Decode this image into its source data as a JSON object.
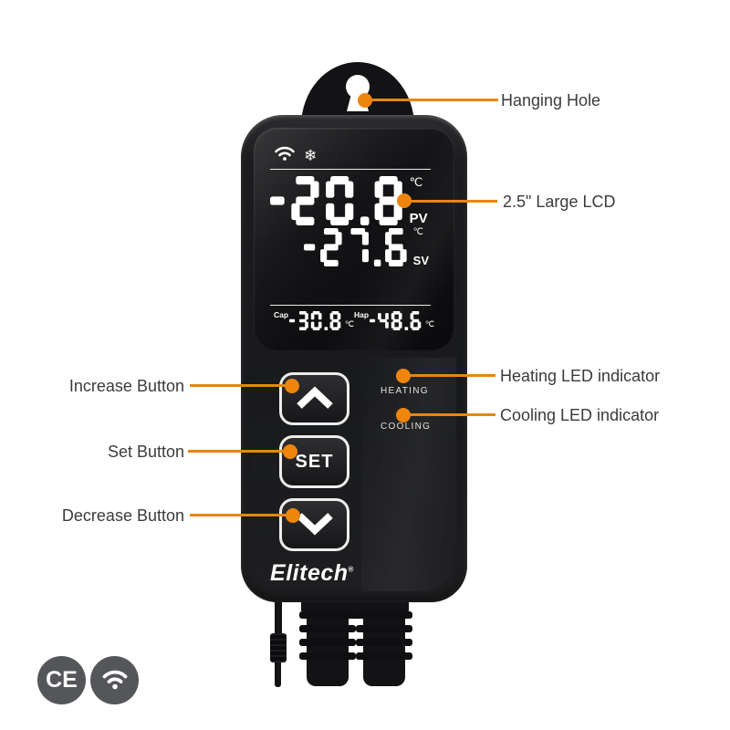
{
  "colors": {
    "accent_orange": "#E8860E",
    "label_text": "#3B3B3B",
    "device_black": "#1A1A1C",
    "badge_gray": "#55565A",
    "lcd_segment_white": "#FFFFFF"
  },
  "device": {
    "lcd": {
      "status_icons": [
        {
          "name": "wifi"
        },
        {
          "name": "snowflake",
          "glyph": "❄"
        }
      ],
      "pv": {
        "value": "-20.8",
        "unit": "℃",
        "label": "PV"
      },
      "sv": {
        "value": "-27.6",
        "unit": "℃",
        "label": "SV"
      },
      "aux": [
        {
          "tag": "Cap",
          "value": "-30.8",
          "unit": "℃"
        },
        {
          "tag": "Hap",
          "value": "-48.6",
          "unit": "℃"
        }
      ]
    },
    "buttons": [
      {
        "name": "increase",
        "glyph": "up-arrow"
      },
      {
        "name": "set",
        "label": "SET"
      },
      {
        "name": "decrease",
        "glyph": "down-arrow"
      }
    ],
    "indicators": [
      {
        "label": "HEATING"
      },
      {
        "label": "COOLING"
      }
    ],
    "brand": {
      "name": "Elitech",
      "registered": "®"
    }
  },
  "callouts": {
    "right": [
      {
        "label": "Hanging Hole"
      },
      {
        "label": "2.5\" Large LCD"
      },
      {
        "label": "Heating LED indicator"
      },
      {
        "label": "Cooling LED indicator"
      }
    ],
    "left": [
      {
        "label": "Increase Button"
      },
      {
        "label": "Set Button"
      },
      {
        "label": "Decrease Button"
      }
    ]
  },
  "badges": [
    {
      "name": "ce-mark",
      "text": "CE"
    },
    {
      "name": "wifi-mark"
    }
  ]
}
